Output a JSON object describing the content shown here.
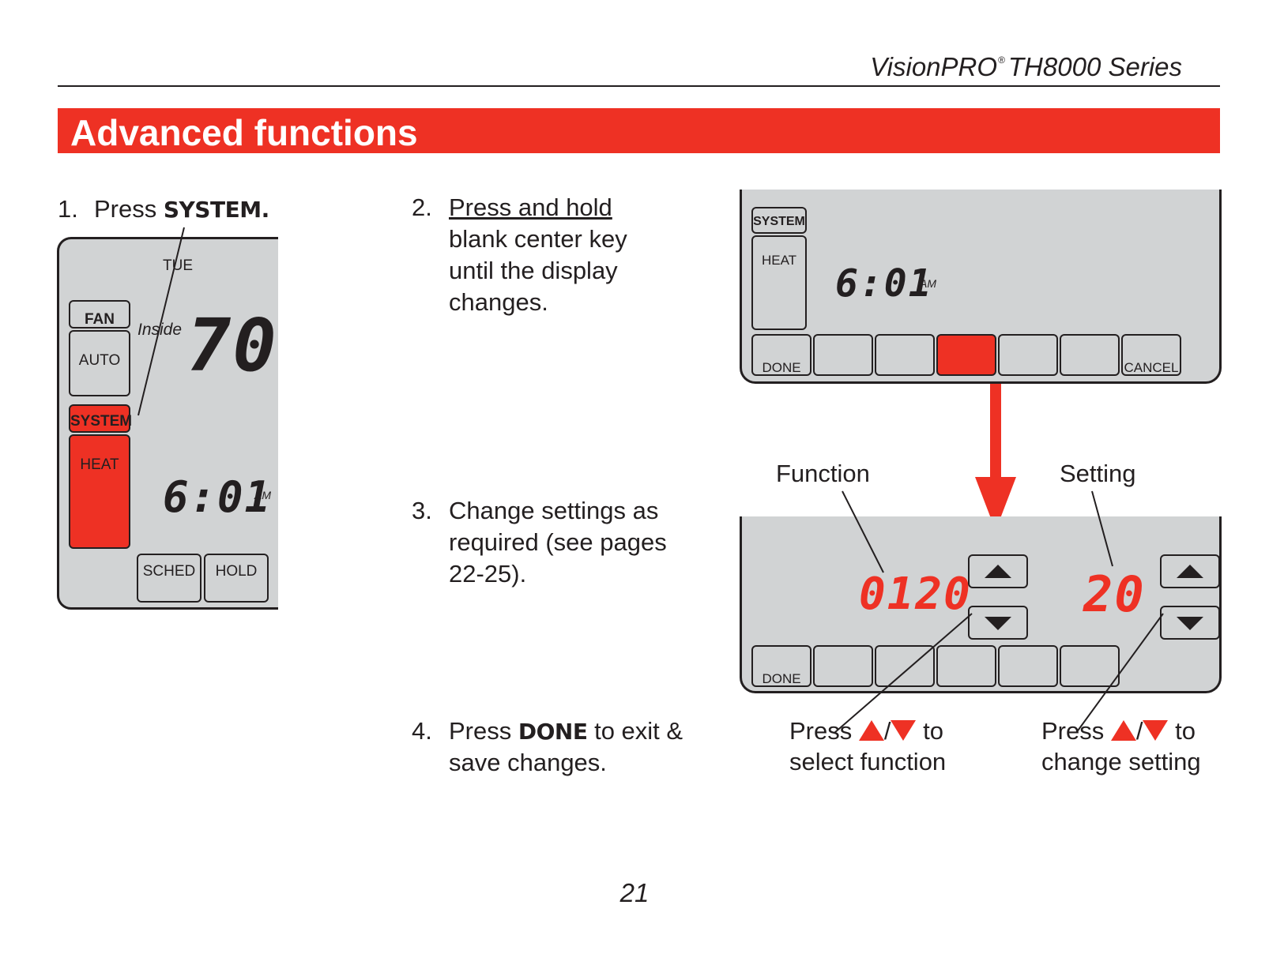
{
  "header": {
    "product": "VisionPRO",
    "registered": "®",
    "series": "TH8000 Series",
    "section_title": "Advanced functions"
  },
  "steps": {
    "s1": {
      "num": "1.",
      "text": "Press ",
      "key": "SYSTEM",
      "end": "."
    },
    "s2": {
      "num": "2.",
      "line1": "Press and hold",
      "line2": "blank center key",
      "line3": "until the display",
      "line4": "changes."
    },
    "s3": {
      "num": "3.",
      "line1": "Change settings as",
      "line2": "required (see pages",
      "line3": "22-25)."
    },
    "s4": {
      "num": "4.",
      "pre": "Press ",
      "key": "DONE",
      "post": " to exit &",
      "line2": "save changes."
    }
  },
  "thermo1": {
    "day": "TUE",
    "fan_label": "FAN",
    "fan_value": "AUTO",
    "inside_label": "Inside",
    "temperature": "70",
    "system_label": "SYSTEM",
    "system_value": "HEAT",
    "time": "6:01",
    "ampm": "AM",
    "sched": "SCHED",
    "hold": "HOLD"
  },
  "thermo2": {
    "system_label": "SYSTEM",
    "system_value": "HEAT",
    "time": "6:01",
    "ampm": "AM",
    "done": "DONE",
    "cancel": "CANCEL"
  },
  "thermo3": {
    "function_label": "Function",
    "setting_label": "Setting",
    "function_value": "0120",
    "setting_value": "20",
    "done": "DONE"
  },
  "annotations": {
    "left": {
      "pre": "Press ",
      "slash": "/",
      "post": " to",
      "line2": "select function"
    },
    "right": {
      "pre": "Press ",
      "slash": "/",
      "post": " to",
      "line2": "change setting"
    }
  },
  "page_number": "21",
  "colors": {
    "accent": "#ee3124",
    "lcd": "#d1d3d4",
    "ink": "#231f20"
  }
}
